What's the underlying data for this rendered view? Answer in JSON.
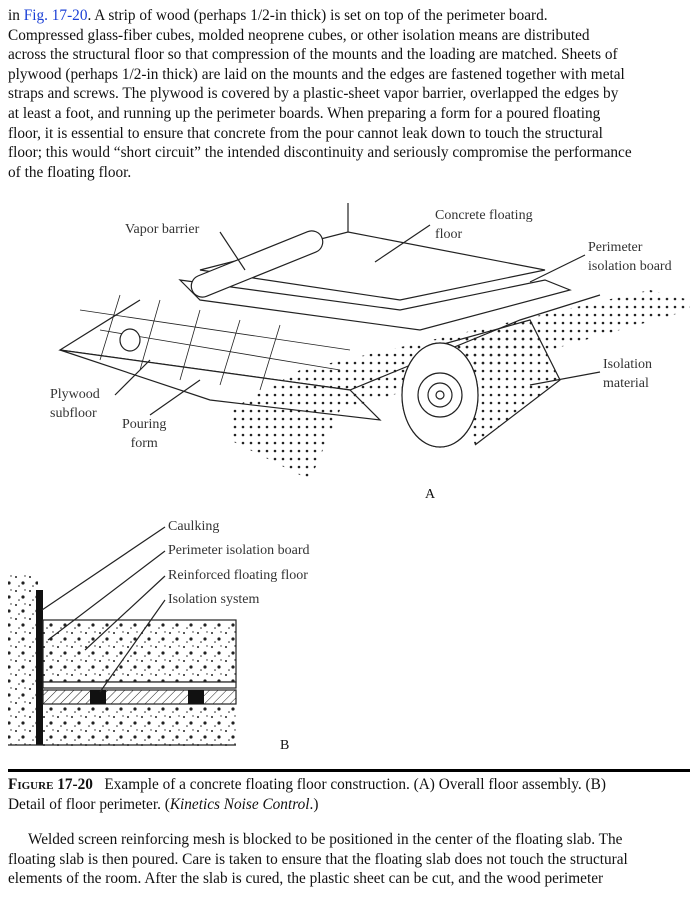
{
  "top_paragraph": {
    "link": "Fig. 17-20",
    "lines": [
      "in ",
      ". A strip of wood (perhaps 1/2-in thick) is set on top of the perimeter board.",
      "Compressed glass-fiber cubes, molded neoprene cubes, or other isolation means are distributed",
      "across the structural floor so that compression of the mounts and the loading are matched. Sheets of",
      "plywood (perhaps 1/2-in thick) are laid on the mounts and the edges are fastened together with metal",
      "straps and screws. The plywood is covered by a plastic-sheet vapor barrier, overlapped the edges by",
      "at least a foot, and running up the perimeter boards. When preparing a form for a poured floating",
      "floor, it is essential to ensure that concrete from the pour cannot leak down to touch the structural",
      "floor; this would “short circuit” the intended discontinuity and seriously compromise the performance",
      "of the floating floor."
    ]
  },
  "figure": {
    "panel_a": {
      "vapor_barrier": "Vapor barrier",
      "concrete_1": "Concrete floating",
      "concrete_2": "floor",
      "perimeter_1": "Perimeter",
      "perimeter_2": "isolation board",
      "isolation_1": "Isolation",
      "isolation_2": "material",
      "plywood_1": "Plywood",
      "plywood_2": "subfloor",
      "pouring_1": "Pouring",
      "pouring_2": "form",
      "letter": "A"
    },
    "panel_b": {
      "caulking": "Caulking",
      "perimeter": "Perimeter isolation board",
      "reinforced": "Reinforced floating floor",
      "isolation": "Isolation system",
      "letter": "B"
    },
    "caption": {
      "label": "Figure 17-20",
      "line1": "Example of a concrete floating floor construction. (A) Overall floor assembly. (B)",
      "line2_a": "Detail of floor perimeter. (",
      "line2_source": "Kinetics Noise Control",
      "line2_b": ".)"
    }
  },
  "bottom_paragraph": {
    "lines": [
      "Welded screen reinforcing mesh is blocked to be positioned in the center of the floating slab. The",
      "floating slab is then poured. Care is taken to ensure that the floating slab does not touch the structural",
      "elements of the room. After the slab is cured, the plastic sheet can be cut, and the wood perimeter"
    ]
  }
}
